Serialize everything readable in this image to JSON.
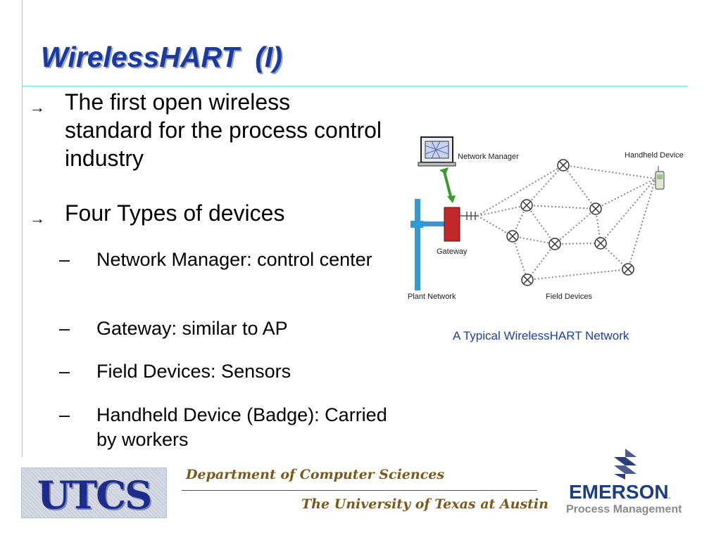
{
  "slide": {
    "title": "WirelessHART  (I)",
    "bullets": [
      {
        "mark": "→",
        "text": "The first open wireless standard for the process control industry"
      },
      {
        "mark": "→",
        "text": "Four Types of devices"
      }
    ],
    "sub_bullets": [
      {
        "mark": "–",
        "text": "Network Manager: control center"
      },
      {
        "mark": "–",
        "text": "Gateway: similar to AP"
      },
      {
        "mark": "–",
        "text": "Field Devices: Sensors"
      },
      {
        "mark": "–",
        "text": "Handheld Device (Badge): Carried by workers"
      }
    ]
  },
  "diagram": {
    "labels": {
      "network_manager": "Network Manager",
      "handheld_device": "Handheld Device",
      "gateway": "Gateway",
      "plant_network": "Plant Network",
      "field_devices": "Field Devices"
    },
    "caption": "A Typical WirelessHART Network"
  },
  "footer": {
    "utcs_logo": "UTCS",
    "department": "Department of Computer Sciences",
    "university": "The University of Texas at Austin",
    "emerson_name": "EMERSON",
    "emerson_tm": ".",
    "emerson_sub": "Process Management"
  },
  "colors": {
    "title": "#1a3a9e",
    "rule": "#7fd3df",
    "caption": "#1f3f9f",
    "gateway": "#c0282a",
    "plant_network": "#2e9bd6",
    "manager_link": "#3a9a2c"
  }
}
